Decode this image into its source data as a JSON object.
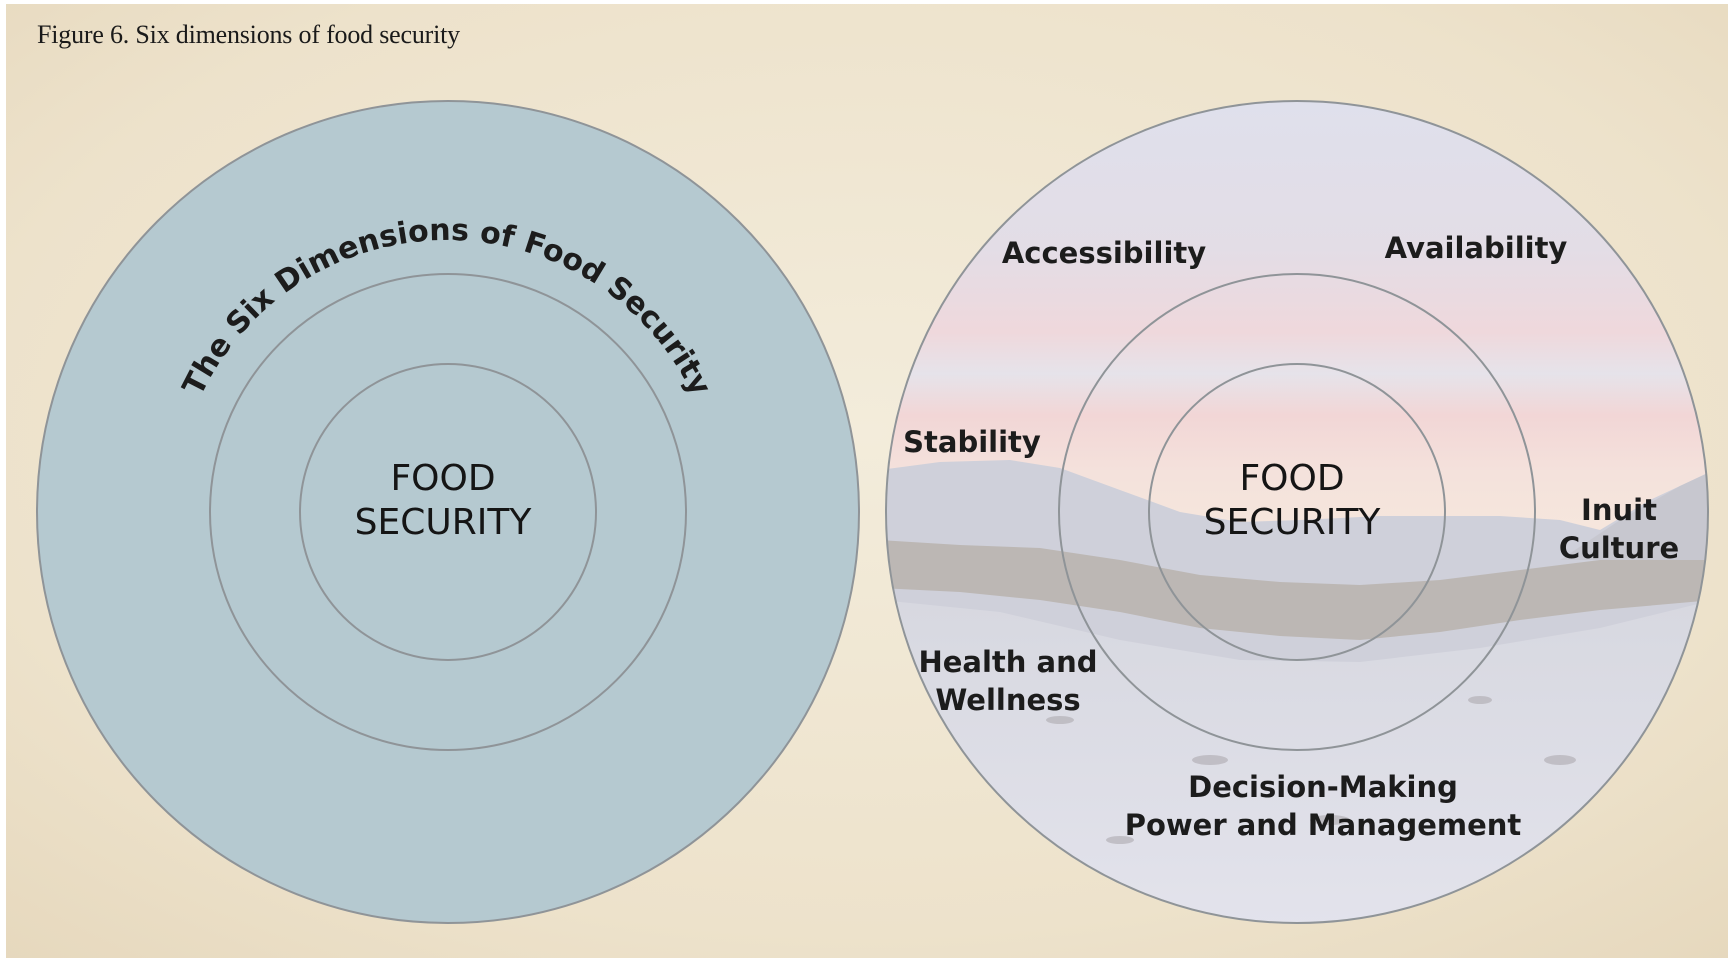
{
  "caption": "Figure 6. Six dimensions of food security",
  "left_diagram": {
    "arc_title": "The Six Dimensions of Food Security",
    "center_line1": "FOOD",
    "center_line2": "SECURITY"
  },
  "right_diagram": {
    "center_line1": "FOOD",
    "center_line2": "SECURITY",
    "dimensions": {
      "accessibility": "Accessibility",
      "availability": "Availability",
      "stability": "Stability",
      "inuit_culture_line1": "Inuit",
      "inuit_culture_line2": "Culture",
      "health_line1": "Health and",
      "health_line2": "Wellness",
      "decision_line1": "Decision-Making",
      "decision_line2": "Power and Management"
    }
  },
  "colors": {
    "paper": "#efe6d2",
    "left_circle_fill": "#b5c9d0",
    "ring_stroke": "#8f9498"
  }
}
